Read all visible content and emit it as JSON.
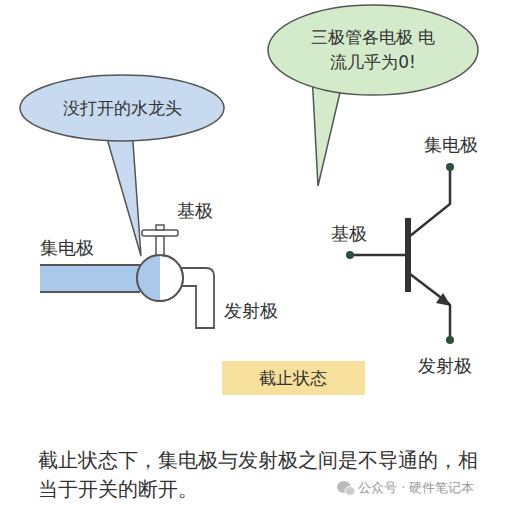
{
  "diagram": {
    "caption": "截止状态下，集电极与发射极之间是不导通的，相当于开关的断开。",
    "nodes": [
      {
        "text": [
          "没打开的水龙头"
        ]
      },
      {
        "text": [
          "三极管各电极 电流几乎为0!"
        ]
      },
      {
        "text": [
          "截止状态"
        ]
      }
    ],
    "labels": [
      "集电极",
      "基极",
      "发射极",
      "基极",
      "集电极",
      "发射极",
      "公众号 · 硬件笔记本"
    ]
  }
}
